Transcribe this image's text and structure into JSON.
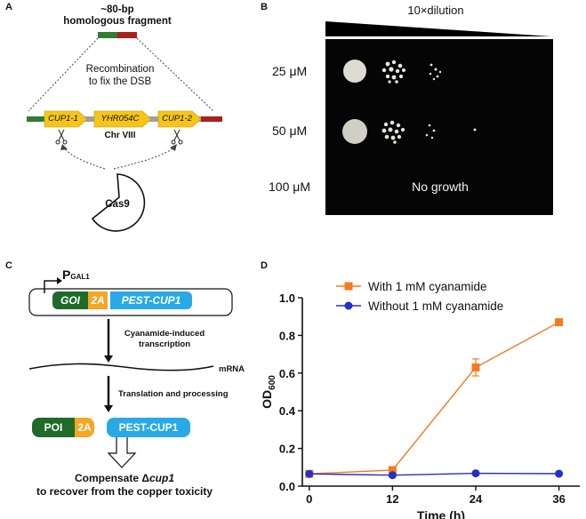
{
  "panel_a": {
    "panel_label": "A",
    "fragment_title": "~80-bp",
    "fragment_subtitle": "homologous fragment",
    "recombination_line1": "Recombination",
    "recombination_line2": "to fix the DSB",
    "gene1": "CUP1-1",
    "gene2": "YHR054C",
    "gene3": "CUP1-2",
    "chromosome": "Chr VIII",
    "cas9": "Cas9",
    "colors": {
      "green": "#2e7d32",
      "red": "#a82020",
      "gene_yellow": "#f5c518",
      "chromosome_gray": "#9e9e9e"
    }
  },
  "panel_b": {
    "panel_label": "B",
    "dilution_label": "10×dilution",
    "rows": [
      {
        "label": "25 μM",
        "growth": true
      },
      {
        "label": "50 μM",
        "growth": true
      },
      {
        "label": "100 μM",
        "growth": false
      }
    ],
    "no_growth_text": "No growth"
  },
  "panel_c": {
    "panel_label": "C",
    "promoter_main": "P",
    "promoter_sub": "GAL1",
    "goi": "GOI",
    "tag_2a": "2A",
    "pest_cup1_italic": "PEST-CUP1",
    "step1_line1": "Cyanamide-induced",
    "step1_line2": "transcription",
    "mrna": "mRNA",
    "step2": "Translation and processing",
    "poi": "POI",
    "pest_cup1": "PEST-CUP1",
    "final_line1_prefix": "Compensate Δ",
    "final_line1_gene": "cup1",
    "final_line2": "to recover from the copper toxicity",
    "colors": {
      "dark_green": "#1f6b2a",
      "orange": "#f5a623",
      "blue": "#29a9e8"
    }
  },
  "panel_d": {
    "panel_label": "D"
  },
  "chart_data": {
    "type": "line",
    "x": [
      0,
      12,
      24,
      36
    ],
    "series": [
      {
        "name": "With 1 mM cyanamide",
        "values": [
          0.065,
          0.085,
          0.63,
          0.87
        ],
        "errors": [
          0,
          0,
          0.045,
          0
        ],
        "color": "#f47a20",
        "marker": "square"
      },
      {
        "name": "Without 1 mM cyanamide",
        "values": [
          0.065,
          0.058,
          0.068,
          0.066
        ],
        "errors": [
          0,
          0,
          0,
          0
        ],
        "color": "#2430c8",
        "marker": "circle"
      }
    ],
    "xticks": [
      "0",
      "12",
      "24",
      "36"
    ],
    "yticks": [
      "0.0",
      "0.2",
      "0.4",
      "0.6",
      "0.8",
      "1.0"
    ],
    "xlabel": "Time (h)",
    "ylabel_main": "OD",
    "ylabel_sub": "600",
    "xlim": [
      -1,
      39
    ],
    "ylim": [
      0,
      1.0
    ],
    "legend": "top-left"
  }
}
